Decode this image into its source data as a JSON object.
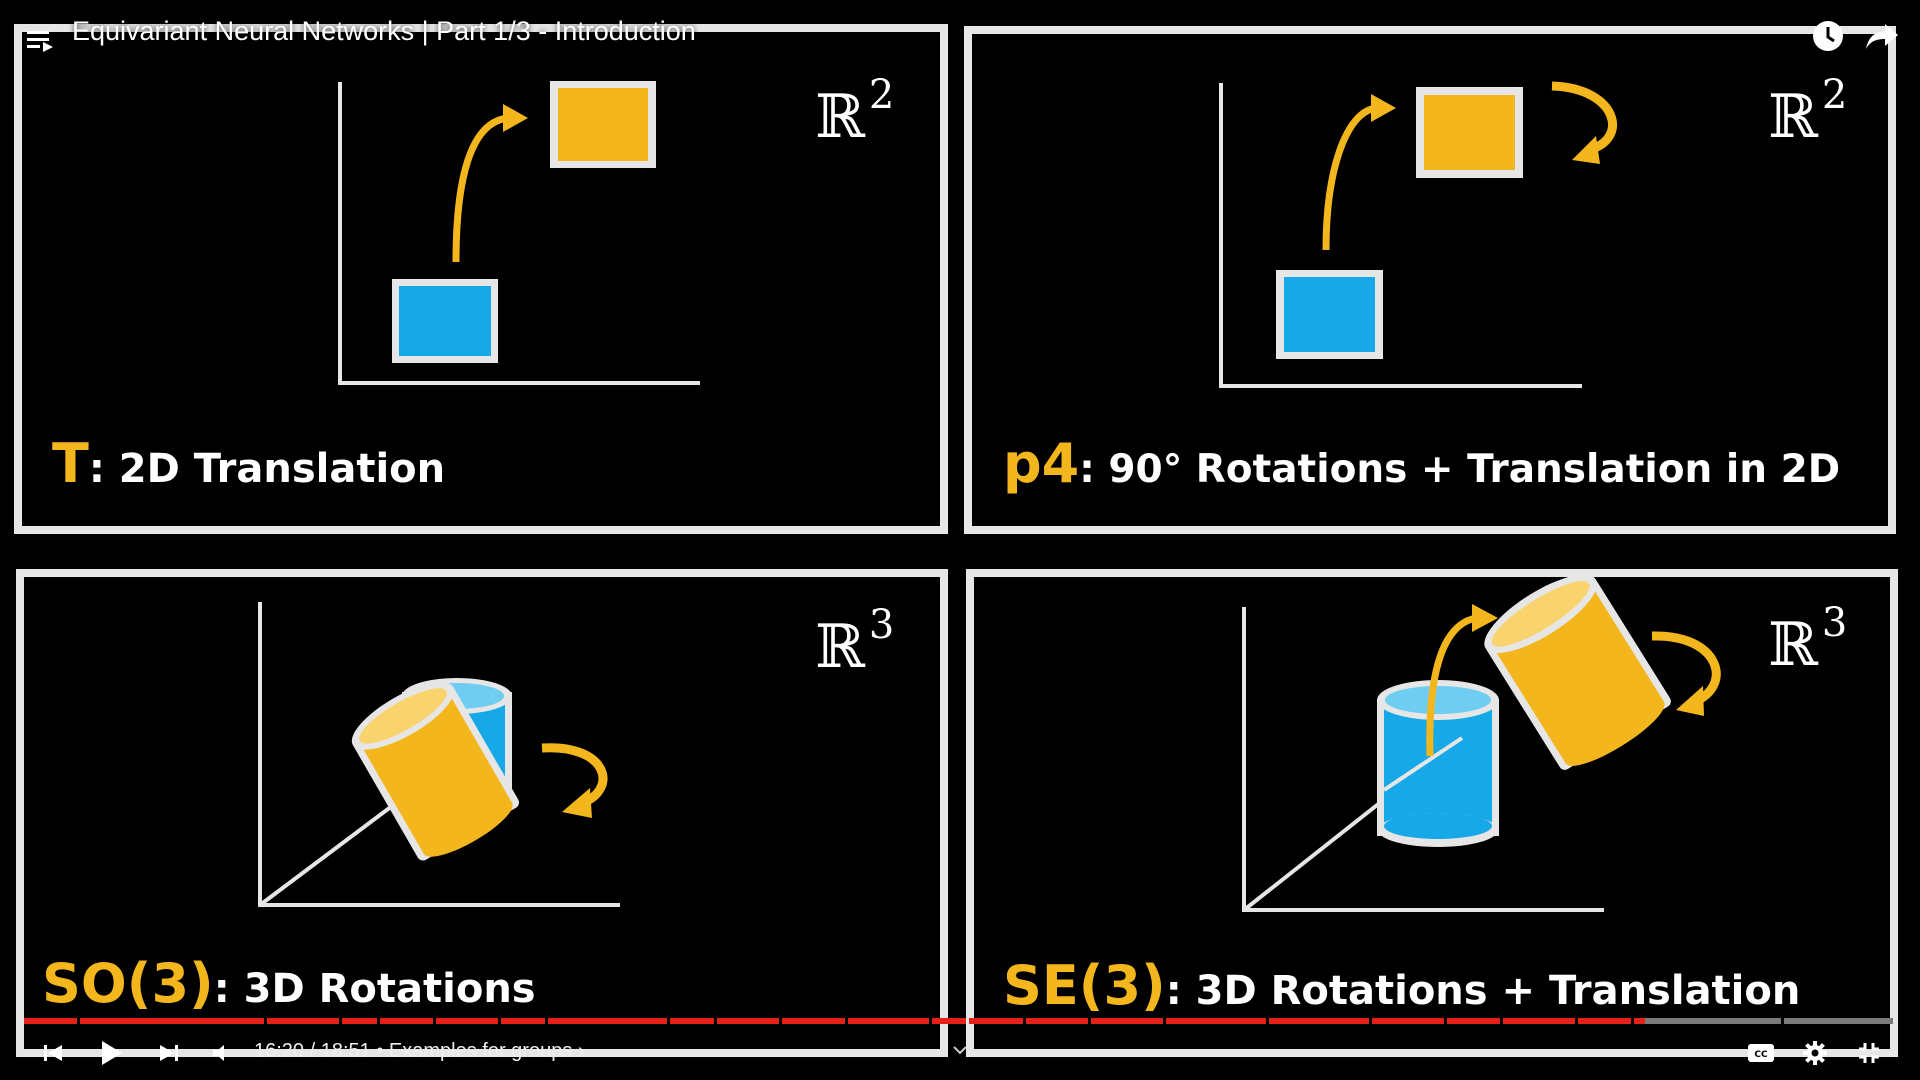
{
  "player": {
    "title": "Equivariant Neural Networks | Part 1/3 - Introduction",
    "time": "16:20 / 18:51",
    "chapter": "• Examples for groups ›",
    "progress": 0.866,
    "colors": {
      "played": "#e62117",
      "unplayed": "#7a7a7a",
      "background": "#000000"
    }
  },
  "panels": [
    {
      "space": "ℝ",
      "exp": "2",
      "group": "T",
      "desc": "2D Translation"
    },
    {
      "space": "ℝ",
      "exp": "2",
      "group": "p4",
      "desc": "90° Rotations + Translation in 2D"
    },
    {
      "space": "ℝ",
      "exp": "3",
      "group": "SO(3)",
      "desc": "3D Rotations"
    },
    {
      "space": "ℝ",
      "exp": "3",
      "group": "SE(3)",
      "desc": "3D Rotations + Translation"
    }
  ],
  "icons": [
    "playlist-icon",
    "watch-later-icon",
    "share-icon",
    "previous-icon",
    "play-icon",
    "next-icon",
    "volume-icon",
    "captions-icon",
    "settings-icon",
    "exit-fullscreen-icon"
  ],
  "colors": {
    "yellow": "#f4b61d",
    "blue": "#17a8e8",
    "frame": "#e6e6e6"
  }
}
